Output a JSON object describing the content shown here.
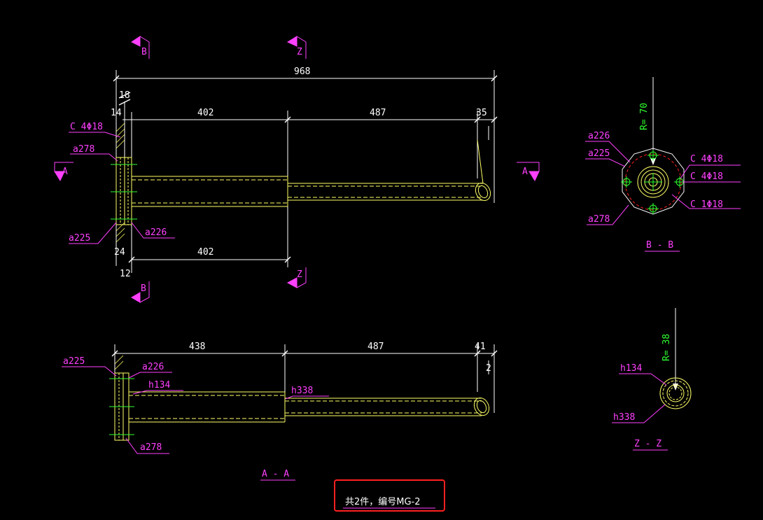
{
  "section_marks": {
    "B": "B",
    "Z": "Z",
    "A": "A"
  },
  "view_top": {
    "dim_overall": "968",
    "dim_18": "18",
    "dim_14": "14",
    "dim_402_top": "402",
    "dim_487": "487",
    "dim_35": "35",
    "dim_402_bottom": "402",
    "dim_24": "24",
    "dim_12": "12",
    "hole_note": "C 4Φ18",
    "label_a278": "a278",
    "label_a225": "a225",
    "label_a226": "a226"
  },
  "view_aa": {
    "dim_438": "438",
    "dim_487": "487",
    "dim_41": "41",
    "dim_2": "2",
    "label_a225": "a225",
    "label_a226": "a226",
    "label_h134": "h134",
    "label_h338": "h338",
    "label_a278": "a278",
    "title": "A - A"
  },
  "view_bb": {
    "radius": "R= 70",
    "label_a226": "a226",
    "label_a225": "a225",
    "label_a278": "a278",
    "note_1": "C 4Φ18",
    "note_2": "C 4Φ18",
    "note_3": "C 1Φ18",
    "title": "B - B"
  },
  "view_zz": {
    "radius": "R= 38",
    "label_h134": "h134",
    "label_h338": "h338",
    "title": "Z - Z"
  },
  "note": "共2件，编号MG-2",
  "colors": {
    "background": "#000000",
    "geometry": "#ffff66",
    "dimension": "#ffffff",
    "label": "#ff40ff",
    "center": "#30ff30",
    "highlight": "#ff2020"
  }
}
